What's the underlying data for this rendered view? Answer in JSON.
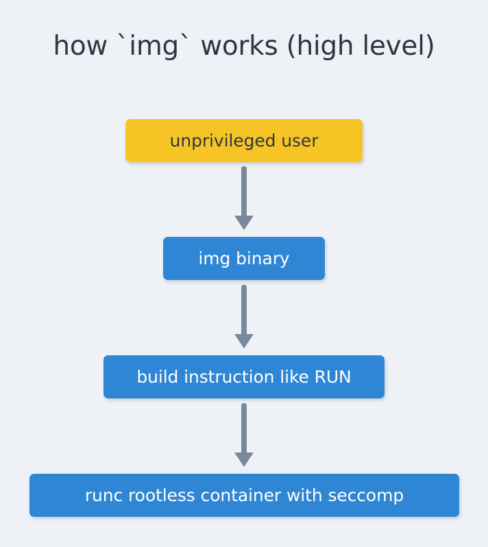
{
  "diagram": {
    "title": "how `img` works (high level)",
    "type": "flowchart",
    "orientation": "top-to-bottom",
    "background_color": "#eef2f6",
    "title_color": "#2b3845",
    "arrow_color": "#78899d",
    "nodes": [
      {
        "id": "unprivileged-user",
        "label": "unprivileged user",
        "fill": "#f7c425",
        "text_color": "#2b3845"
      },
      {
        "id": "img-binary",
        "label": "img binary",
        "fill": "#2e86d4",
        "text_color": "#ffffff"
      },
      {
        "id": "build-instruction",
        "label": "build instruction like RUN",
        "fill": "#2e86d4",
        "text_color": "#ffffff"
      },
      {
        "id": "runc-container",
        "label": "runc rootless container with seccomp",
        "fill": "#2e86d4",
        "text_color": "#ffffff"
      }
    ],
    "edges": [
      {
        "id": "edge-1",
        "from": "unprivileged-user",
        "to": "img-binary"
      },
      {
        "id": "edge-2",
        "from": "img-binary",
        "to": "build-instruction"
      },
      {
        "id": "edge-3",
        "from": "build-instruction",
        "to": "runc-container"
      }
    ]
  }
}
